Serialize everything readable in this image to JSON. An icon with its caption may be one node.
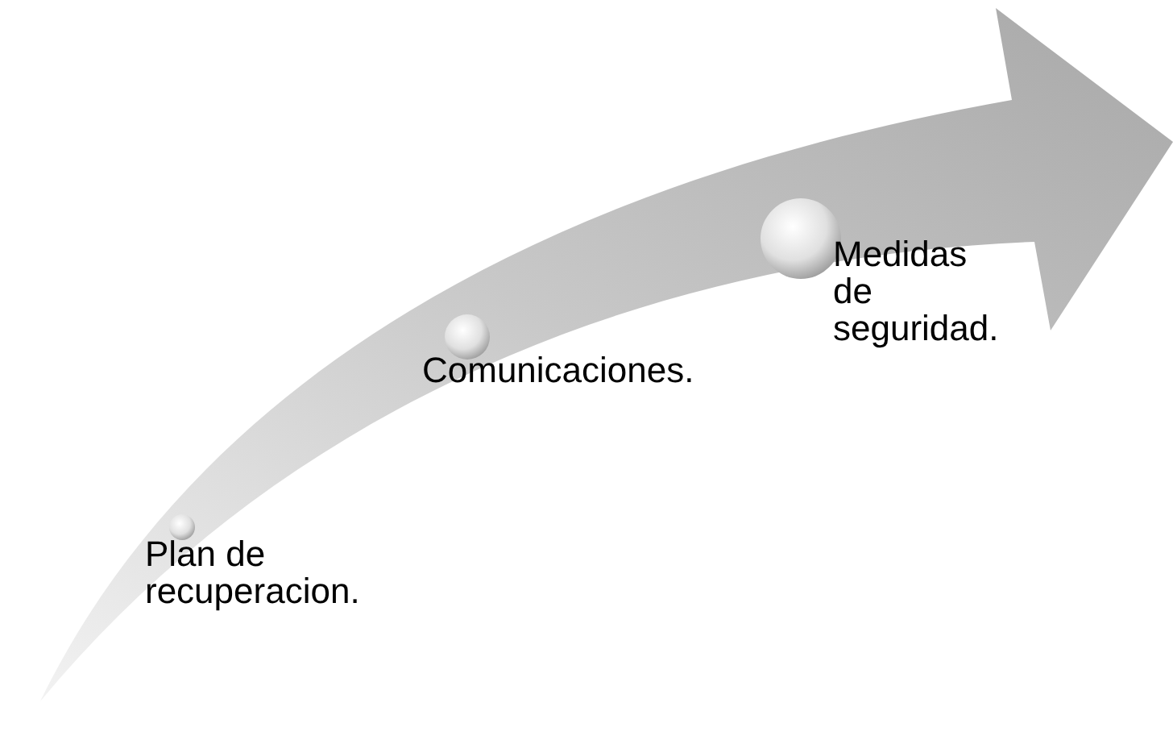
{
  "diagram": {
    "nodes": [
      {
        "text": [
          "Plan de recuperacion."
        ]
      },
      {
        "text": [
          "Comunicaciones."
        ]
      },
      {
        "text": [
          "Medidas de seguridad."
        ]
      }
    ]
  }
}
